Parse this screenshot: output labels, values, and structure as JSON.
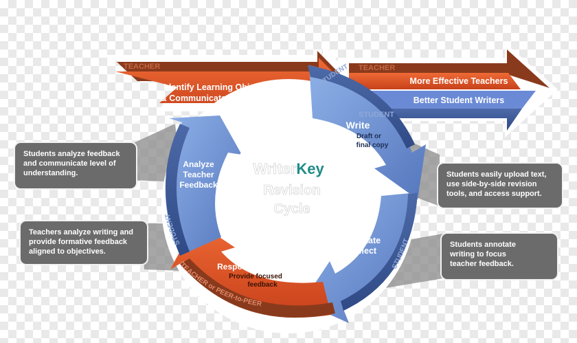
{
  "colors": {
    "teacher_orange": "#d84f22",
    "student_blue": "#6e8fcf",
    "callout_gray": "#6b6b6b",
    "title_teal": "#1f8c86"
  },
  "title": {
    "part1": "WriterKey",
    "part1_writer": "Writer",
    "part1_key": "Key",
    "part2": "Revision",
    "part3": "Cycle"
  },
  "top_arrow": {
    "tag": "TEACHER",
    "line1": "Identify Learning Objectives",
    "line2": "& Communicate Expectations"
  },
  "outcome_arrow": {
    "tag_top": "TEACHER",
    "line1": "More Effective Teachers",
    "line2": "Better Student Writers",
    "tag_bottom": "STUDENT"
  },
  "cycle": {
    "write": {
      "title": "Write",
      "sub1": "Draft or",
      "sub2": "final copy",
      "band": "STUDENT"
    },
    "annotate": {
      "line1": "Annotate",
      "line2": "& Reflect",
      "band": "STUDENT"
    },
    "respond": {
      "title": "Respond to Writer",
      "sub1": "Provide focused",
      "sub2": "feedback",
      "band": "TEACHER or PEER-to-PEER"
    },
    "analyze": {
      "line1": "Analyze",
      "line2": "Teacher",
      "line3": "Feedback",
      "band": "STUDENT"
    }
  },
  "callouts": {
    "left_top": {
      "l1": "Students analyze feedback",
      "l2": "and communicate level of",
      "l3": "understanding."
    },
    "left_bottom": {
      "l1": "Teachers analyze writing and",
      "l2": "provide formative feedback",
      "l3": "aligned to objectives."
    },
    "right_top": {
      "l1": "Students easily upload text,",
      "l2": "use side-by-side revision",
      "l3": "tools, and access support."
    },
    "right_bottom": {
      "l1": "Students annotate",
      "l2": "writing to focus",
      "l3": "teacher feedback."
    }
  }
}
